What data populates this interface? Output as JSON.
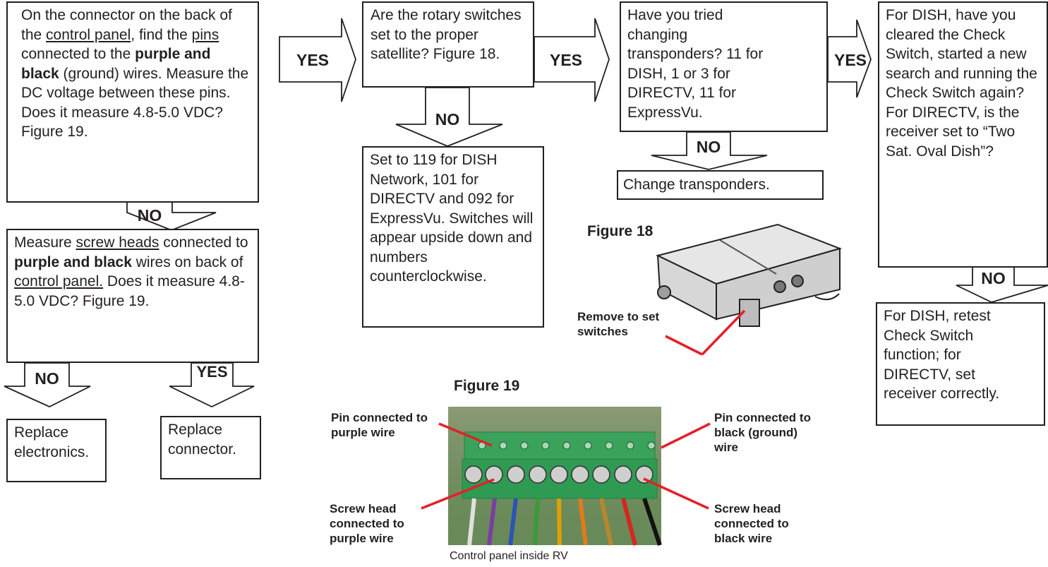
{
  "boxes": {
    "start": {
      "t1": "On the connector on the back of the ",
      "u1": "control panel",
      "t2": ", find the ",
      "u2": "pins",
      "t3": " connected to the ",
      "b1": "purple and black",
      "t4": " (ground) wires. Measure the DC voltage between these pins. Does it measure 4.8-5.0 VDC? Figure 19."
    },
    "screw": {
      "t1": "Measure ",
      "u1": "screw heads",
      "t2": " connected to ",
      "b1": "purple and black",
      "t3": " wires on back of ",
      "u2": "control panel.",
      "t4": " Does it measure 4.8-5.0 VDC? Figure 19."
    },
    "replace_electronics": "Replace electronics.",
    "replace_connector": "Replace connector.",
    "rotary": "Are the rotary switches set to the proper satellite? Figure 18.",
    "set_to": "Set to 119 for DISH Network, 101 for DIRECTV and 092 for ExpressVu. Switches will appear upside down and numbers counterclockwise.",
    "transponders": "Have you tried changing transponders? 11 for DISH, 1 or 3 for DIRECTV, 11 for ExpressVu.",
    "change_transponders": "Change transponders.",
    "dish_check": "For DISH, have you cleared the Check Switch, started a new search and running the Check Switch again? For DIRECTV, is the receiver set to “Two Sat. Oval Dish”?",
    "retest": "For DISH, retest Check Switch function; for DIRECTV, set receiver correctly."
  },
  "arrows": {
    "yes1": "YES",
    "yes2": "YES",
    "yes3": "YES",
    "no_start": "NO",
    "no_screw": "NO",
    "yes_screw": "YES",
    "no_rotary": "NO",
    "no_transponders": "NO",
    "no_dish": "NO"
  },
  "figure18": {
    "title": "Figure 18",
    "callout": "Remove to set switches"
  },
  "figure19": {
    "title": "Figure 19",
    "pin_purple": "Pin connected to purple wire",
    "pin_black": "Pin connected to black (ground) wire",
    "screw_purple": "Screw head connected to purple wire",
    "screw_black": "Screw head connected to black wire",
    "caption": "Control panel inside RV"
  },
  "colors": {
    "callout_line": "#e32028",
    "ink": "#231f20",
    "board_green": "#3aa35b"
  }
}
